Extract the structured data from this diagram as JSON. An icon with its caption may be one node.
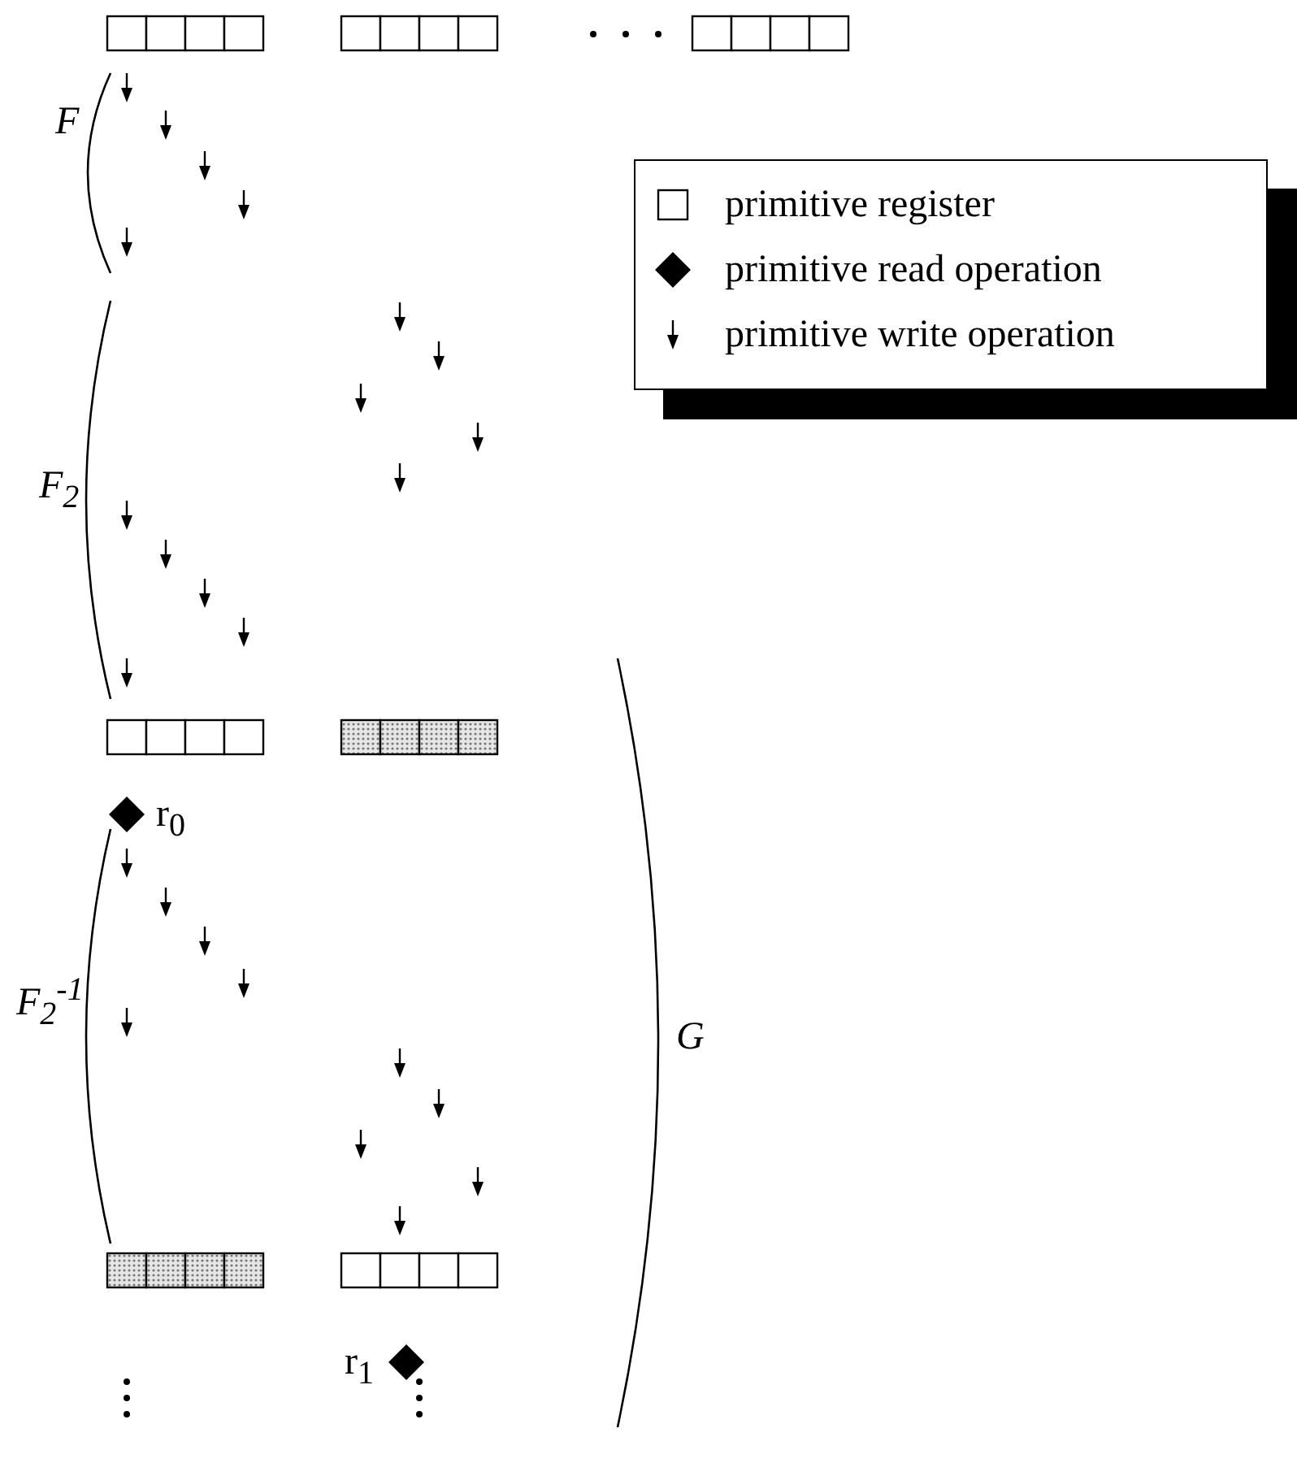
{
  "diagram": {
    "labels": [
      "F",
      "F$_{2}$",
      "r$_{0}$",
      "F$_{2}$$^{-1}$",
      "G",
      "r$_{1}$"
    ],
    "legend": [
      {
        "text": "primitive register"
      },
      {
        "text": "primitive read operation"
      },
      {
        "text": "primitive write operation"
      }
    ]
  }
}
